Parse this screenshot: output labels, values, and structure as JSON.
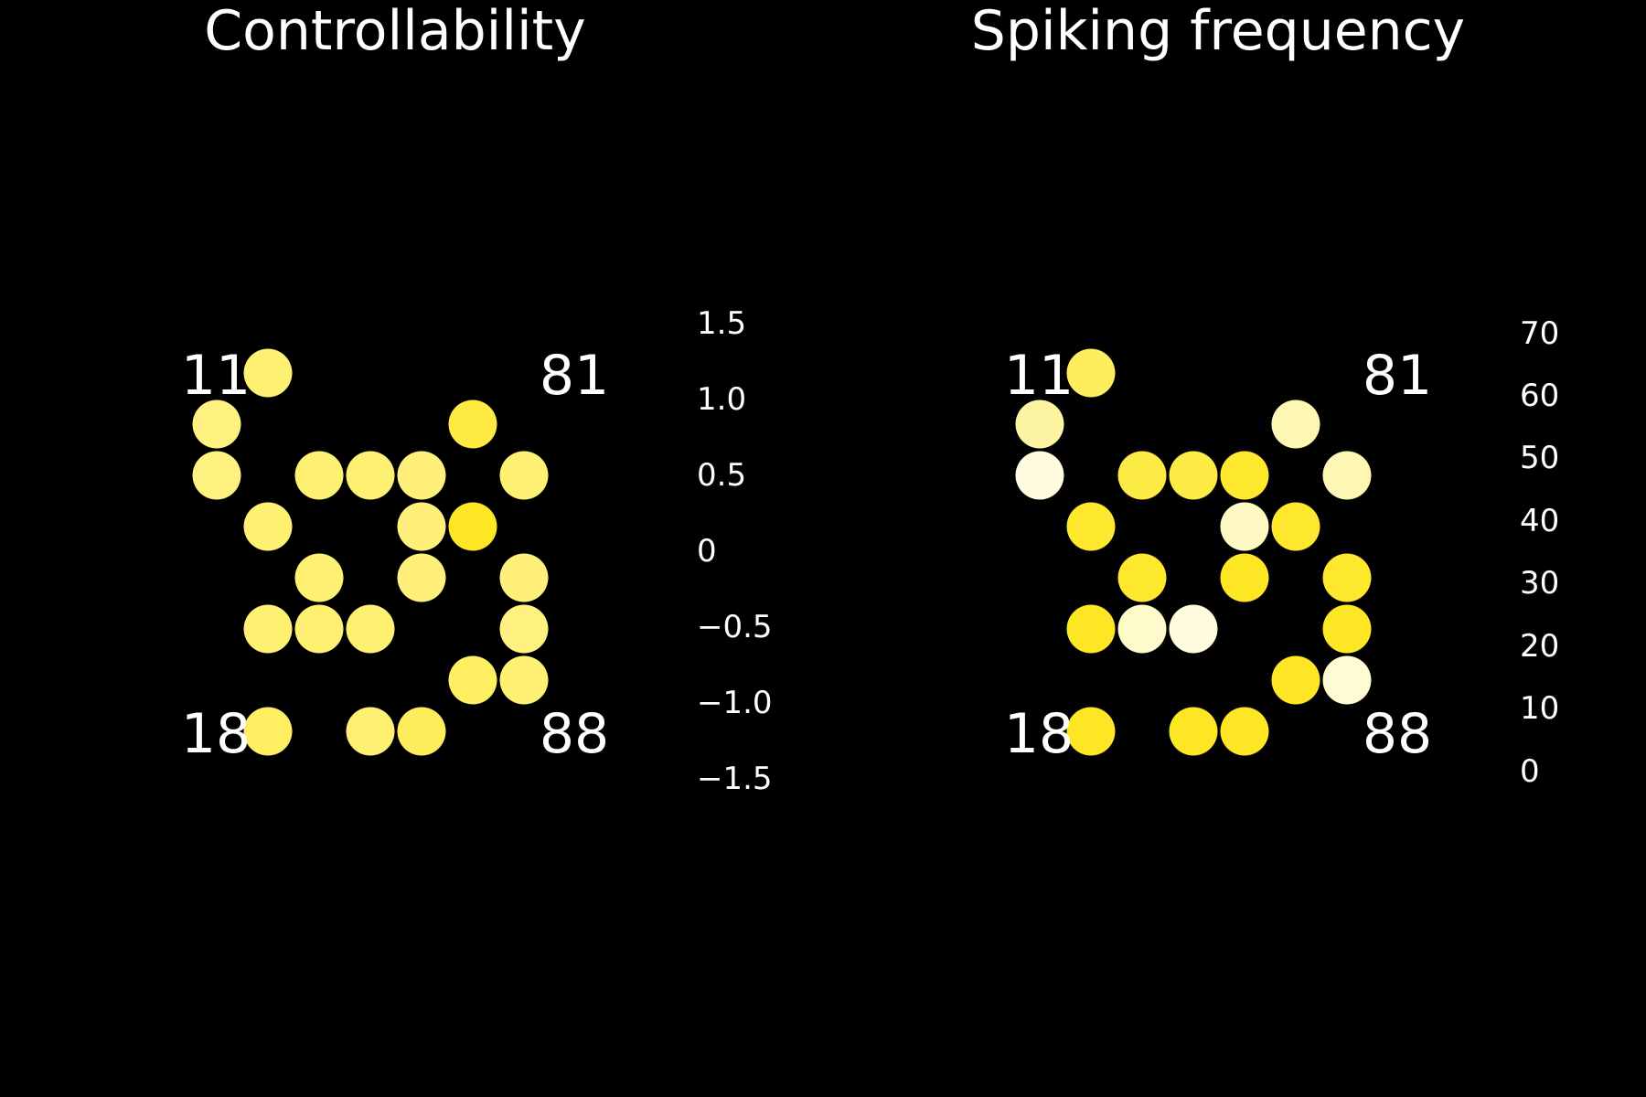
{
  "chart_data": [
    {
      "type": "scatter",
      "title": "Controllability",
      "grid_rows": 8,
      "grid_cols": 8,
      "corner_labels": {
        "top_left": "11",
        "top_right": "81",
        "bottom_left": "18",
        "bottom_right": "88"
      },
      "colorbar": {
        "ticks": [
          "1.5",
          "1.0",
          "0.5",
          "0",
          "−0.5",
          "−1.0",
          "−1.5"
        ],
        "values": [
          1.5,
          1.0,
          0.5,
          0,
          -0.5,
          -1.0,
          -1.5
        ],
        "range": [
          -1.5,
          1.5
        ]
      },
      "points": [
        {
          "col": 2,
          "row": 1,
          "value": 0.5
        },
        {
          "col": 6,
          "row": 2,
          "value": 0.8
        },
        {
          "col": 1,
          "row": 2,
          "value": 0.4
        },
        {
          "col": 1,
          "row": 3,
          "value": 0.4
        },
        {
          "col": 3,
          "row": 3,
          "value": 0.5
        },
        {
          "col": 4,
          "row": 3,
          "value": 0.5
        },
        {
          "col": 5,
          "row": 3,
          "value": 0.45
        },
        {
          "col": 7,
          "row": 3,
          "value": 0.5
        },
        {
          "col": 2,
          "row": 4,
          "value": 0.5
        },
        {
          "col": 5,
          "row": 4,
          "value": 0.45
        },
        {
          "col": 6,
          "row": 4,
          "value": 1.0
        },
        {
          "col": 3,
          "row": 5,
          "value": 0.5
        },
        {
          "col": 5,
          "row": 5,
          "value": 0.45
        },
        {
          "col": 7,
          "row": 5,
          "value": 0.45
        },
        {
          "col": 2,
          "row": 6,
          "value": 0.5
        },
        {
          "col": 3,
          "row": 6,
          "value": 0.5
        },
        {
          "col": 4,
          "row": 6,
          "value": 0.5
        },
        {
          "col": 7,
          "row": 6,
          "value": 0.4
        },
        {
          "col": 6,
          "row": 7,
          "value": 0.6
        },
        {
          "col": 7,
          "row": 7,
          "value": 0.5
        },
        {
          "col": 2,
          "row": 8,
          "value": 0.6
        },
        {
          "col": 4,
          "row": 8,
          "value": 0.5
        },
        {
          "col": 5,
          "row": 8,
          "value": 0.65
        }
      ]
    },
    {
      "type": "scatter",
      "title": "Spiking frequency",
      "grid_rows": 8,
      "grid_cols": 8,
      "corner_labels": {
        "top_left": "11",
        "top_right": "81",
        "bottom_left": "18",
        "bottom_right": "88"
      },
      "colorbar": {
        "ticks": [
          "70",
          "60",
          "50",
          "40",
          "30",
          "20",
          "10",
          "0"
        ],
        "values": [
          70,
          60,
          50,
          40,
          30,
          20,
          10,
          0
        ],
        "range": [
          0,
          70
        ]
      },
      "points": [
        {
          "col": 2,
          "row": 1,
          "value": 40
        },
        {
          "col": 6,
          "row": 2,
          "value": 15
        },
        {
          "col": 1,
          "row": 2,
          "value": 20
        },
        {
          "col": 1,
          "row": 3,
          "value": 2
        },
        {
          "col": 3,
          "row": 3,
          "value": 48
        },
        {
          "col": 4,
          "row": 3,
          "value": 48
        },
        {
          "col": 5,
          "row": 3,
          "value": 55
        },
        {
          "col": 7,
          "row": 3,
          "value": 15
        },
        {
          "col": 2,
          "row": 4,
          "value": 55
        },
        {
          "col": 5,
          "row": 4,
          "value": 10
        },
        {
          "col": 6,
          "row": 4,
          "value": 55
        },
        {
          "col": 3,
          "row": 5,
          "value": 55
        },
        {
          "col": 5,
          "row": 5,
          "value": 58
        },
        {
          "col": 7,
          "row": 5,
          "value": 55
        },
        {
          "col": 2,
          "row": 6,
          "value": 58
        },
        {
          "col": 3,
          "row": 6,
          "value": 8
        },
        {
          "col": 4,
          "row": 6,
          "value": 2
        },
        {
          "col": 7,
          "row": 6,
          "value": 58
        },
        {
          "col": 6,
          "row": 7,
          "value": 58
        },
        {
          "col": 7,
          "row": 7,
          "value": 5
        },
        {
          "col": 2,
          "row": 8,
          "value": 58
        },
        {
          "col": 4,
          "row": 8,
          "value": 58
        },
        {
          "col": 5,
          "row": 8,
          "value": 58
        }
      ]
    }
  ],
  "colors": {
    "background": "#000000",
    "text": "#ffffff",
    "colormap_low": "#fffef0",
    "colormap_high": "#fde725"
  }
}
